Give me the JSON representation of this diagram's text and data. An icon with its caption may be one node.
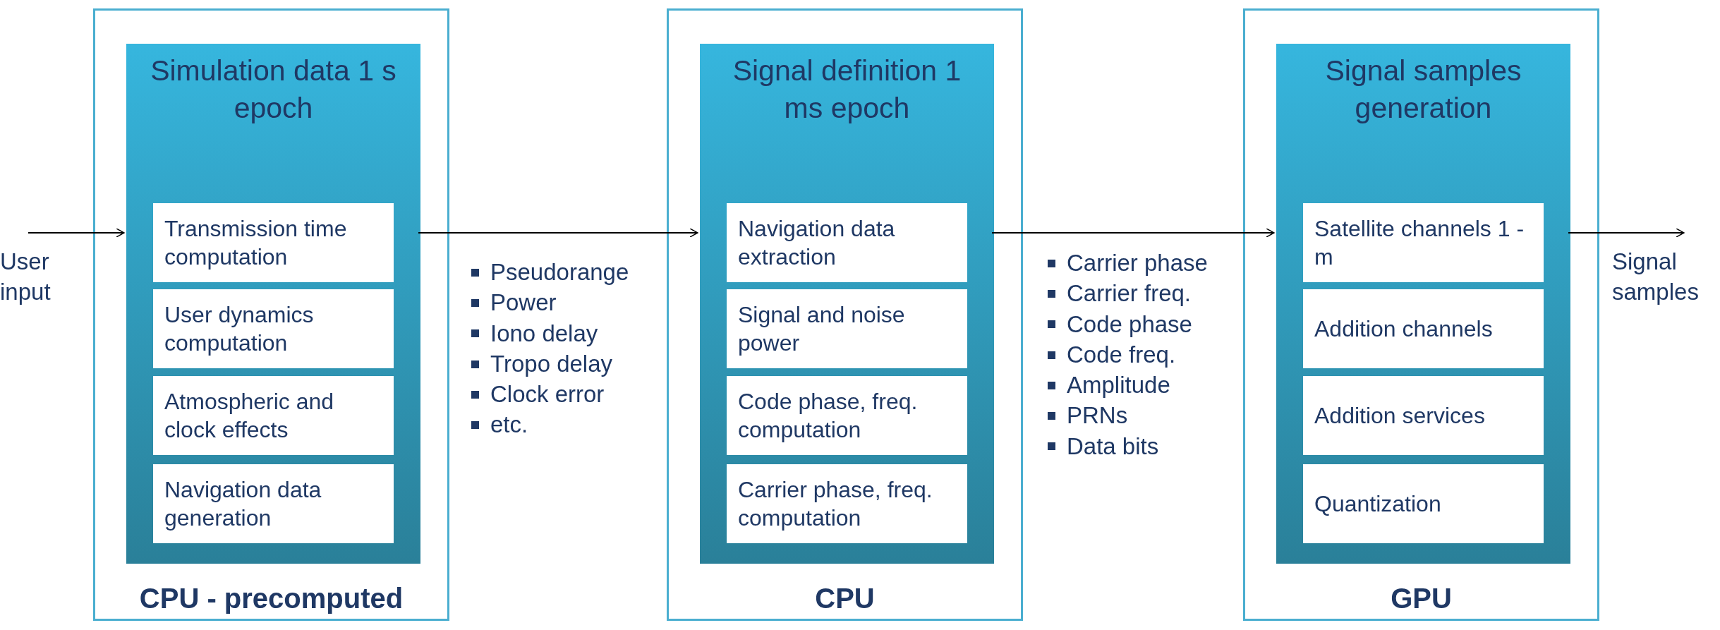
{
  "diagram": {
    "nodes": [
      {
        "text": [
          "User input"
        ]
      },
      {
        "text": [
          "CPU - precomputed"
        ]
      },
      {
        "text": [
          "Simulation data 1 s epoch"
        ],
        "in": 1
      },
      {
        "text": [
          "Transmission time computation"
        ],
        "in": 2
      },
      {
        "text": [
          "User dynamics computation"
        ],
        "in": 2
      },
      {
        "text": [
          "Atmospheric and clock effects"
        ],
        "in": 2
      },
      {
        "text": [
          "Navigation data generation"
        ],
        "in": 2
      },
      {
        "text": [
          "CPU"
        ]
      },
      {
        "text": [
          "Signal definition 1 ms epoch"
        ],
        "in": 7
      },
      {
        "text": [
          "Navigation data extraction"
        ],
        "in": 8
      },
      {
        "text": [
          "Signal and noise power"
        ],
        "in": 8
      },
      {
        "text": [
          "Code phase, freq. computation"
        ],
        "in": 8
      },
      {
        "text": [
          "Carrier phase, freq. computation"
        ],
        "in": 8
      },
      {
        "text": [
          "GPU"
        ]
      },
      {
        "text": [
          "Signal samples generation"
        ],
        "in": 13
      },
      {
        "text": [
          "Satellite channels 1 - m"
        ],
        "in": 14
      },
      {
        "text": [
          "Addition channels"
        ],
        "in": 14
      },
      {
        "text": [
          "Addition services"
        ],
        "in": 14
      },
      {
        "text": [
          "Quantization"
        ],
        "in": 14
      },
      {
        "text": [
          "Signal samples"
        ]
      }
    ],
    "edges": [
      {
        "from": 0,
        "to": 2,
        "arrow": "to"
      },
      {
        "from": 2,
        "to": 8,
        "arrow": "to"
      },
      {
        "from": 8,
        "to": 14,
        "arrow": "to"
      },
      {
        "from": 14,
        "to": 19,
        "arrow": "to"
      }
    ],
    "labels": [
      "Pseudorange",
      "Power",
      "Iono delay",
      "Tropo delay",
      "Clock error",
      "etc.",
      "Carrier phase",
      "Carrier freq.",
      "Code phase",
      "Code freq.",
      "Amplitude",
      "PRNs",
      "Data bits"
    ]
  }
}
